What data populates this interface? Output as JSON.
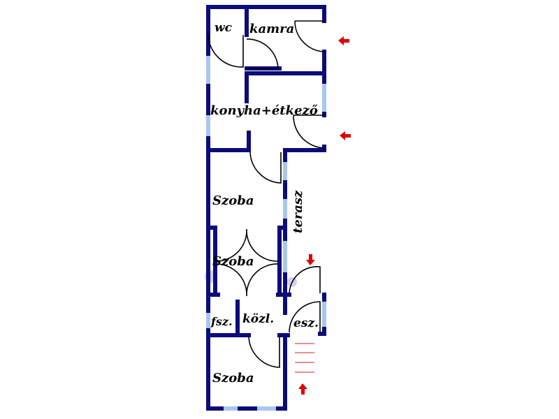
{
  "diagram": {
    "type": "floor_plan",
    "colors": {
      "wall": "#0b0b7a",
      "window": "#a8c8ea",
      "door_swing": "#000000",
      "entrance_arrow": "#e00000",
      "stairs": "#d02020"
    },
    "rooms": [
      {
        "id": "wc",
        "label": "wc"
      },
      {
        "id": "kamra",
        "label": "kamra"
      },
      {
        "id": "kitchen",
        "label": "konyha+étkező"
      },
      {
        "id": "room1",
        "label": "Szoba"
      },
      {
        "id": "room2",
        "label": "Szoba"
      },
      {
        "id": "fsz",
        "label": "fsz."
      },
      {
        "id": "hall",
        "label": "közl."
      },
      {
        "id": "vestibule",
        "label": "esz."
      },
      {
        "id": "room3",
        "label": "Szoba"
      }
    ],
    "annotations": [
      {
        "id": "terrace",
        "label": "terasz",
        "orientation": "vertical"
      }
    ],
    "entrance_arrows": [
      {
        "id": "arrow-kamra",
        "direction": "left"
      },
      {
        "id": "arrow-kitchen",
        "direction": "left"
      },
      {
        "id": "arrow-vestibule",
        "direction": "down"
      },
      {
        "id": "arrow-stairs",
        "direction": "up"
      }
    ],
    "stairs_steps": 4
  }
}
